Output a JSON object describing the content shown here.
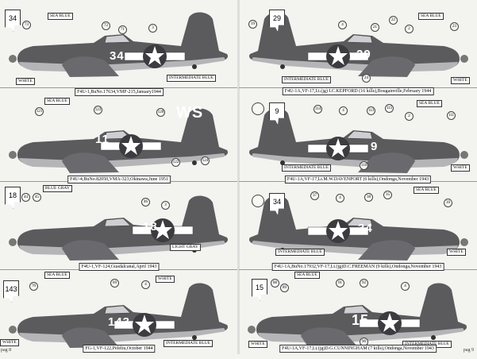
{
  "colors": {
    "upper": "#5b5b5e",
    "lower": "#a8a8ab",
    "paper": "#f3f3f0"
  },
  "left_page": {
    "page_label": "pag 8",
    "panels": [
      {
        "caption": "F4U-1,BuNo.17634,VMF-215,January1944",
        "tail_code": "34",
        "fuselage_number": "34",
        "labels": [
          "SEA BLUE",
          "WHITE",
          "INTERMEDIATE BLUE"
        ],
        "callouts": [
          "73",
          "72",
          "71",
          "3"
        ]
      },
      {
        "caption": "F4U-4,BuNo.82050,VMA-323,Okinawa,June 1951",
        "tail_code": "WS",
        "fuselage_number": "11",
        "labels": [
          "SEA BLUE"
        ],
        "callouts": [
          "121",
          "123",
          "120",
          "122",
          "124"
        ]
      },
      {
        "caption": "F4U-1,VF-124,Guadalcanal,April 1943",
        "tail_code": "18",
        "fuselage_number": "18",
        "labels": [
          "BLUE GRAY",
          "LIGHT GRAY"
        ],
        "callouts": [
          "44",
          "45",
          "46",
          "3"
        ]
      },
      {
        "caption": "FG-1,VF-122,Peleliu,October 1944",
        "tail_code": "143",
        "fuselage_number": "143",
        "labels": [
          "SEA BLUE",
          "WHITE",
          "WHITE",
          "INTERMEDIATE BLUE"
        ],
        "callouts": [
          "70",
          "69",
          "4"
        ]
      }
    ]
  },
  "right_page": {
    "page_label": "pag 9",
    "panels": [
      {
        "caption": "F4U-1A,VF-17,Lt.(jg) I.C.KEPFORD (16 kills),Bougainville,February 1944",
        "tail_code": "29",
        "fuselage_number": "29",
        "labels": [
          "SEA BLUE",
          "INTERMEDIATE BLUE",
          "WHITE"
        ],
        "callouts": [
          "19",
          "4",
          "21",
          "22",
          "2",
          "23",
          "24"
        ]
      },
      {
        "caption": "F4U-1A,VF-17,Lt.M.W.DAVENPORT (6 kills),Ondonga,November 1943",
        "tail_code": "9",
        "fuselage_number": "9",
        "labels": [
          "SEA BLUE",
          "INTERMEDIATE BLUE",
          "WHITE"
        ],
        "callouts": [
          "114",
          "4",
          "113",
          "115",
          "2",
          "111",
          "116"
        ]
      },
      {
        "caption": "F4U-1A,BuNo.17932,VF-17,Lt.(jg)D.C.FREEMAN (9 kills),Ondonga,November 1943",
        "tail_code": "34",
        "fuselage_number": "34",
        "labels": [
          "SEA BLUE",
          "INTERMEDIATE BLUE",
          "WHITE"
        ],
        "callouts": [
          "37",
          "4",
          "38",
          "35",
          "39"
        ]
      },
      {
        "caption": "F4U-1A,VF-17,Lt.(jg)D.G.CUNNINGHAM (7 kills),Ondonga,November 1943",
        "tail_code": "15",
        "fuselage_number": "15",
        "labels": [
          "SEA BLUE",
          "WHITE",
          "INTERMEDIATE BLUE"
        ],
        "callouts": [
          "88",
          "89",
          "91",
          "92",
          "4",
          "90"
        ]
      }
    ]
  }
}
